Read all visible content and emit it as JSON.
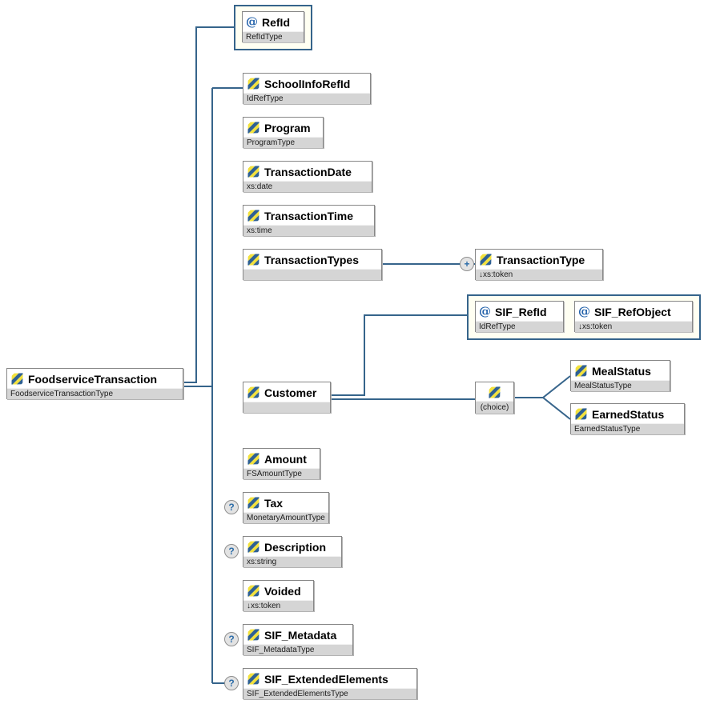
{
  "diagram_title": "FoodserviceTransaction schema diagram",
  "symbols": {
    "attribute": "@",
    "optional": "?",
    "repeat": "+"
  },
  "colors": {
    "connector": "#36648b",
    "container_background": "#fffff2",
    "band_background": "#d5d5d5",
    "icon_blue": "#2e6093",
    "icon_yellow": "#f2e13c",
    "attribute_at": "#1f5fa9"
  },
  "nodes": {
    "root": {
      "title": "FoodserviceTransaction",
      "type": "FoodserviceTransactionType"
    },
    "refid": {
      "title": "RefId",
      "type": "RefIdType"
    },
    "schoolinforefid": {
      "title": "SchoolInfoRefId",
      "type": "IdRefType"
    },
    "program": {
      "title": "Program",
      "type": "ProgramType"
    },
    "transactiondate": {
      "title": "TransactionDate",
      "type": "xs:date"
    },
    "transactiontime": {
      "title": "TransactionTime",
      "type": "xs:time"
    },
    "transactiontypes": {
      "title": "TransactionTypes",
      "type": ""
    },
    "transactiontype": {
      "title": "TransactionType",
      "type": "↓xs:token"
    },
    "sif_refid": {
      "title": "SIF_RefId",
      "type": "IdRefType"
    },
    "sif_refobject": {
      "title": "SIF_RefObject",
      "type": "↓xs:token"
    },
    "customer": {
      "title": "Customer",
      "type": ""
    },
    "choice": {
      "label": "(choice)"
    },
    "mealstatus": {
      "title": "MealStatus",
      "type": "MealStatusType"
    },
    "earnedstatus": {
      "title": "EarnedStatus",
      "type": "EarnedStatusType"
    },
    "amount": {
      "title": "Amount",
      "type": "FSAmountType"
    },
    "tax": {
      "title": "Tax",
      "type": "MonetaryAmountType"
    },
    "description": {
      "title": "Description",
      "type": "xs:string"
    },
    "voided": {
      "title": "Voided",
      "type": "↓xs:token"
    },
    "sif_metadata": {
      "title": "SIF_Metadata",
      "type": "SIF_MetadataType"
    },
    "sif_extendedelements": {
      "title": "SIF_ExtendedElements",
      "type": "SIF_ExtendedElementsType"
    }
  }
}
